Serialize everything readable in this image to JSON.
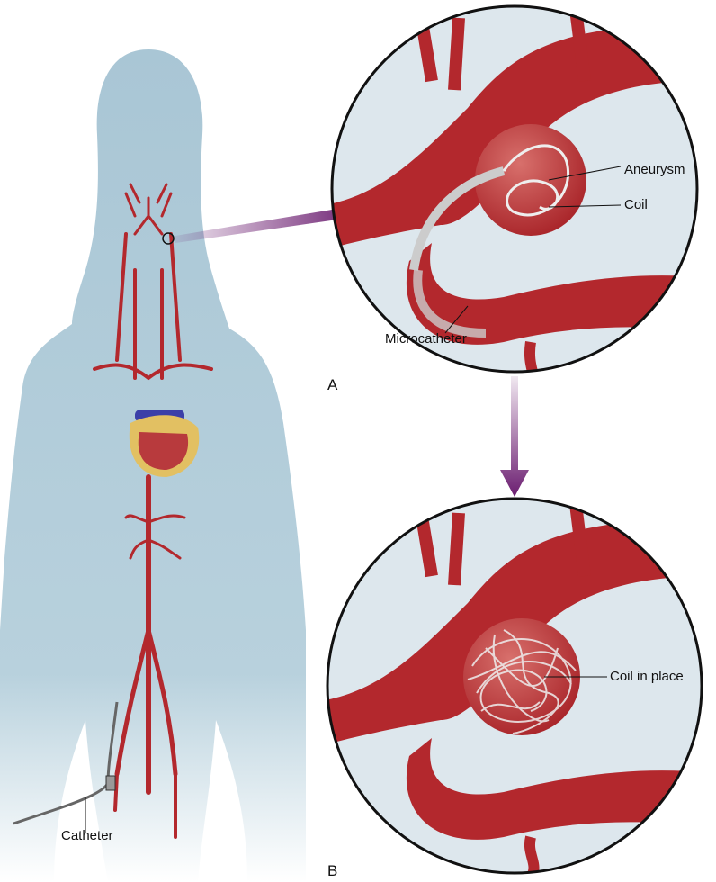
{
  "labels": {
    "aneurysm": "Aneurysm",
    "coil": "Coil",
    "microcatheter": "Microcatheter",
    "panel_a": "A",
    "coil_in_place": "Coil in place",
    "catheter": "Catheter",
    "panel_b": "B"
  },
  "colors": {
    "body": "#a9c6d5",
    "artery": "#b3282d",
    "inset_bg": "#dde7ed",
    "arrow": "#6b1d70",
    "vein": "#3b3fa8",
    "heart_fat": "#e2c062"
  }
}
